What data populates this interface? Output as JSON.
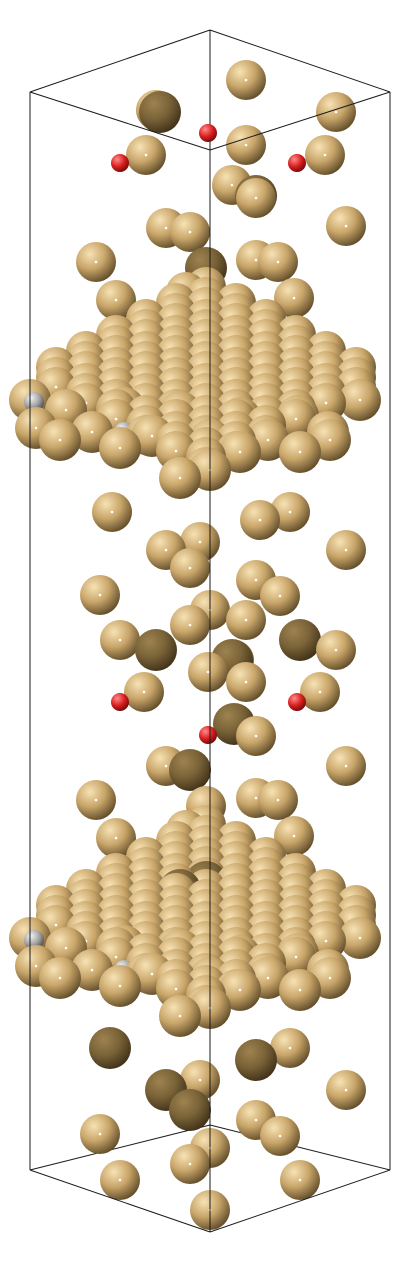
{
  "image": {
    "kind": "atomistic-structure-render",
    "background": "#ffffff"
  },
  "palette": {
    "metal": {
      "light": "#F7E2B5",
      "mid": "#C9A66A",
      "dark": "#5E4A28",
      "edge": "#4A3A1E"
    },
    "oxygen": {
      "light": "#FF8A8A",
      "mid": "#D81E1E",
      "dark": "#6E0A0A"
    },
    "other": {
      "light": "#F4F4F4",
      "mid": "#A6A6A6",
      "dark": "#4B4B4B"
    }
  },
  "atom_counts": {
    "metal_approx": 320,
    "oxygen": 6,
    "other": 4
  }
}
